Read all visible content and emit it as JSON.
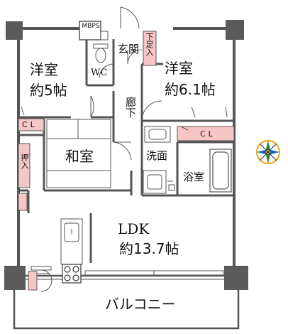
{
  "rooms": {
    "western_room_1": {
      "name": "洋室",
      "size": "約5帖"
    },
    "western_room_2": {
      "name": "洋室",
      "size": "約6.1帖"
    },
    "japanese_room": {
      "name": "和室"
    },
    "ldk": {
      "name": "LDK",
      "size": "約13.7帖"
    },
    "entrance": "玄関",
    "hallway": "廊下",
    "washroom": "洗面",
    "bathroom": "浴室",
    "toilet": "WC",
    "balcony": "バルコニー"
  },
  "storage": {
    "closet_label": "CL",
    "closet_2_label": "CL",
    "oshiire": "押入",
    "shoe_box": "下足入",
    "meter_box": "MBPS"
  },
  "colors": {
    "wall": "#555555",
    "column": "#5a5a5a",
    "storage_fill": "#f6c6c6",
    "floor": "#ffffff",
    "compass": "#2e7d32",
    "compass_ring": "#f0a300"
  },
  "icons": {
    "compass": "compass-rose-icon",
    "toilet": "toilet-icon",
    "bathtub": "bathtub-icon",
    "sink": "washbasin-icon",
    "stove": "stove-icon",
    "kitchen_sink": "kitchen-sink-icon"
  }
}
